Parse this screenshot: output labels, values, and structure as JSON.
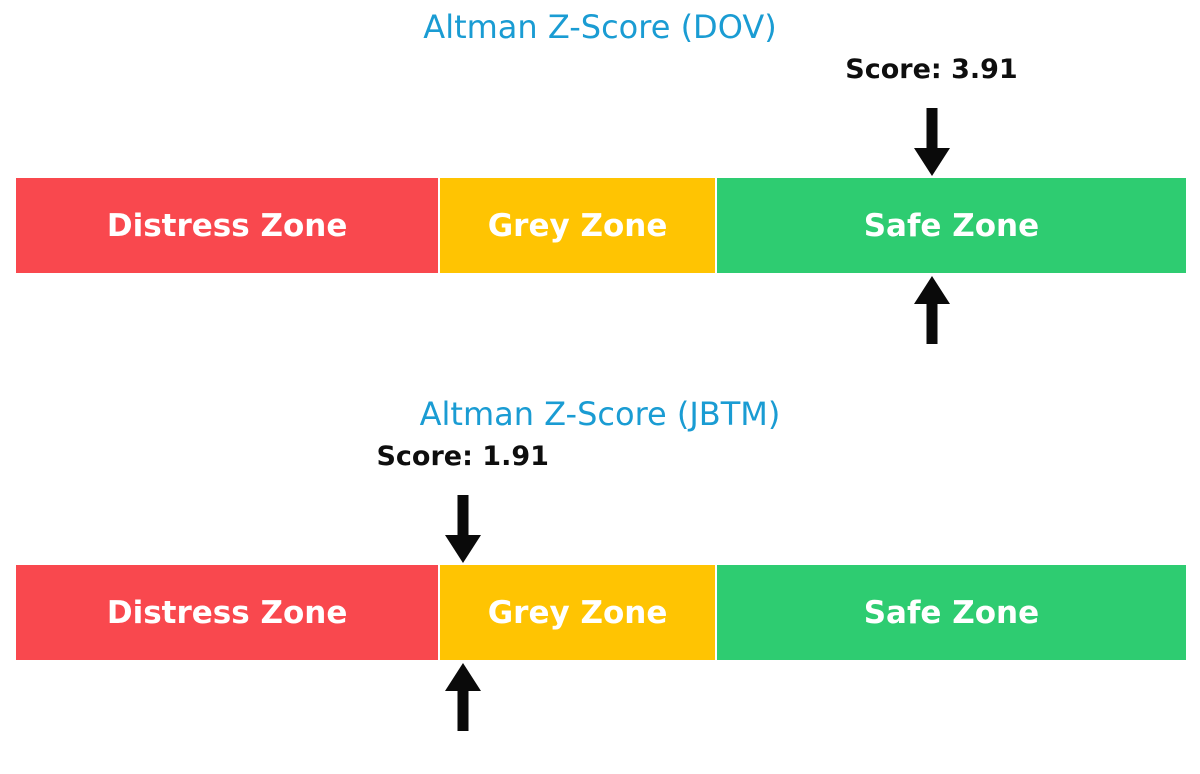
{
  "colors": {
    "title_blue": "#1A9CD3",
    "distress_red": "#F9484E",
    "grey_yellow": "#FFC402",
    "safe_green": "#2ECC71",
    "arrow_black": "#0A0A0A",
    "score_text_black": "#0E0E0E",
    "zone_label_white": "#FFFFFF",
    "background": "#FFFFFF"
  },
  "chart_data": [
    {
      "type": "bar",
      "subtype": "zone-gauge",
      "title": "Altman Z-Score (DOV)",
      "ticker": "DOV",
      "score": 3.91,
      "score_label": "Score: 3.91",
      "xlim": [
        0,
        5
      ],
      "grid": false,
      "legend": "none",
      "marker_style": "down-arrow-above-and-up-arrow-below",
      "zones": [
        {
          "label": "Distress Zone",
          "range": [
            0,
            1.81
          ],
          "color": "#F9484E"
        },
        {
          "label": "Grey Zone",
          "range": [
            1.81,
            2.99
          ],
          "color": "#FFC402"
        },
        {
          "label": "Safe Zone",
          "range": [
            2.99,
            5.0
          ],
          "color": "#2ECC71"
        }
      ]
    },
    {
      "type": "bar",
      "subtype": "zone-gauge",
      "title": "Altman Z-Score (JBTM)",
      "ticker": "JBTM",
      "score": 1.91,
      "score_label": "Score: 1.91",
      "xlim": [
        0,
        5
      ],
      "grid": false,
      "legend": "none",
      "marker_style": "down-arrow-above-and-up-arrow-below",
      "zones": [
        {
          "label": "Distress Zone",
          "range": [
            0,
            1.81
          ],
          "color": "#F9484E"
        },
        {
          "label": "Grey Zone",
          "range": [
            1.81,
            2.99
          ],
          "color": "#FFC402"
        },
        {
          "label": "Safe Zone",
          "range": [
            2.99,
            5.0
          ],
          "color": "#2ECC71"
        }
      ]
    }
  ]
}
